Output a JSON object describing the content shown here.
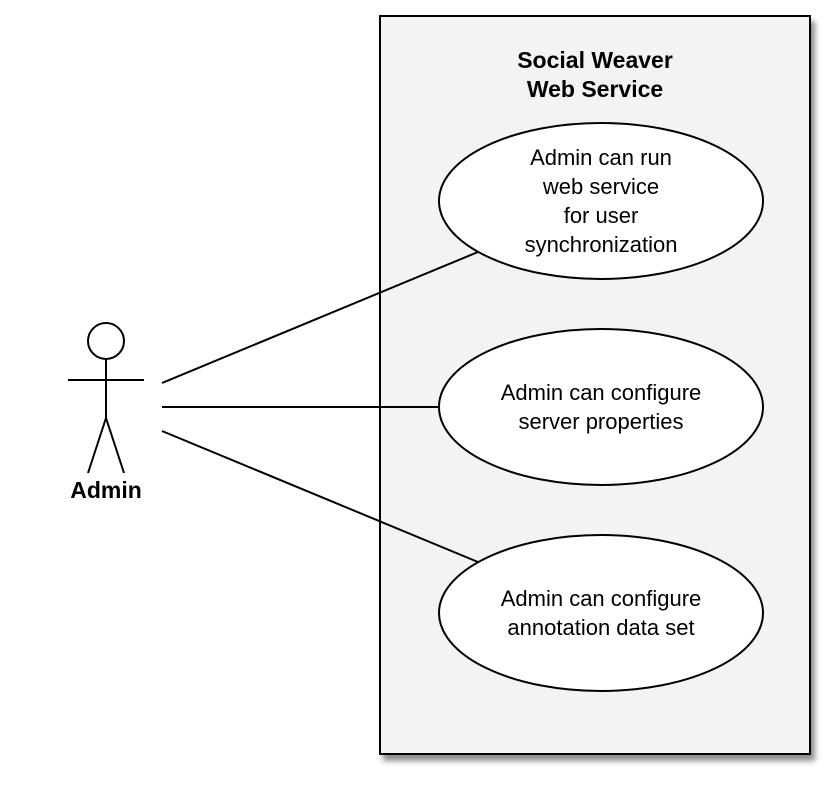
{
  "system": {
    "title_line1": "Social Weaver",
    "title_line2": "Web Service"
  },
  "actor": {
    "label": "Admin"
  },
  "use_cases": [
    {
      "lines": [
        "Admin can run",
        "web service",
        "for user",
        "synchronization"
      ]
    },
    {
      "lines": [
        "Admin can configure",
        "server properties"
      ]
    },
    {
      "lines": [
        "Admin can configure",
        "annotation data set"
      ]
    }
  ],
  "colors": {
    "line": "#000000",
    "system_fill": "#f3f3f3",
    "ellipse_fill": "#ffffff",
    "shadow": "#9a9a9a"
  }
}
